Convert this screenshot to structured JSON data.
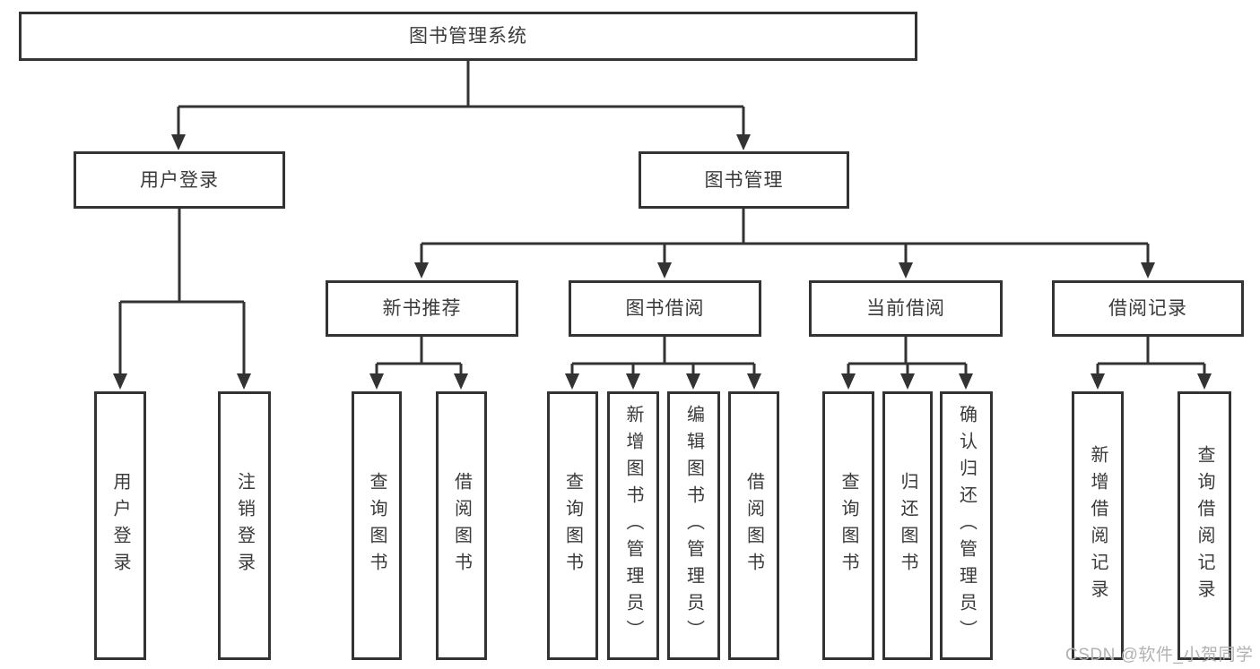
{
  "diagram": {
    "watermark": {
      "text": "CSDN @软件_小贺同学"
    },
    "colors": {
      "line": "#333333",
      "text": "#3a3a3a",
      "background": "#ffffff",
      "watermark": "#b2b2b2"
    },
    "tree": {
      "root": {
        "label": "图书管理系统"
      },
      "branches": [
        {
          "label": "用户登录",
          "children": [
            {
              "label": "用户登录"
            },
            {
              "label": "注销登录"
            }
          ]
        },
        {
          "label": "图书管理",
          "children": [
            {
              "label": "新书推荐",
              "children": [
                {
                  "label": "查询图书"
                },
                {
                  "label": "借阅图书"
                }
              ]
            },
            {
              "label": "图书借阅",
              "children": [
                {
                  "label": "查询图书"
                },
                {
                  "label": "新增图书（管理员）"
                },
                {
                  "label": "编辑图书（管理员）"
                },
                {
                  "label": "借阅图书"
                }
              ]
            },
            {
              "label": "当前借阅",
              "children": [
                {
                  "label": "查询图书"
                },
                {
                  "label": "归还图书"
                },
                {
                  "label": "确认归还（管理员）"
                }
              ]
            },
            {
              "label": "借阅记录",
              "children": [
                {
                  "label": "新增借阅记录"
                },
                {
                  "label": "查询借阅记录"
                }
              ]
            }
          ]
        }
      ]
    }
  }
}
